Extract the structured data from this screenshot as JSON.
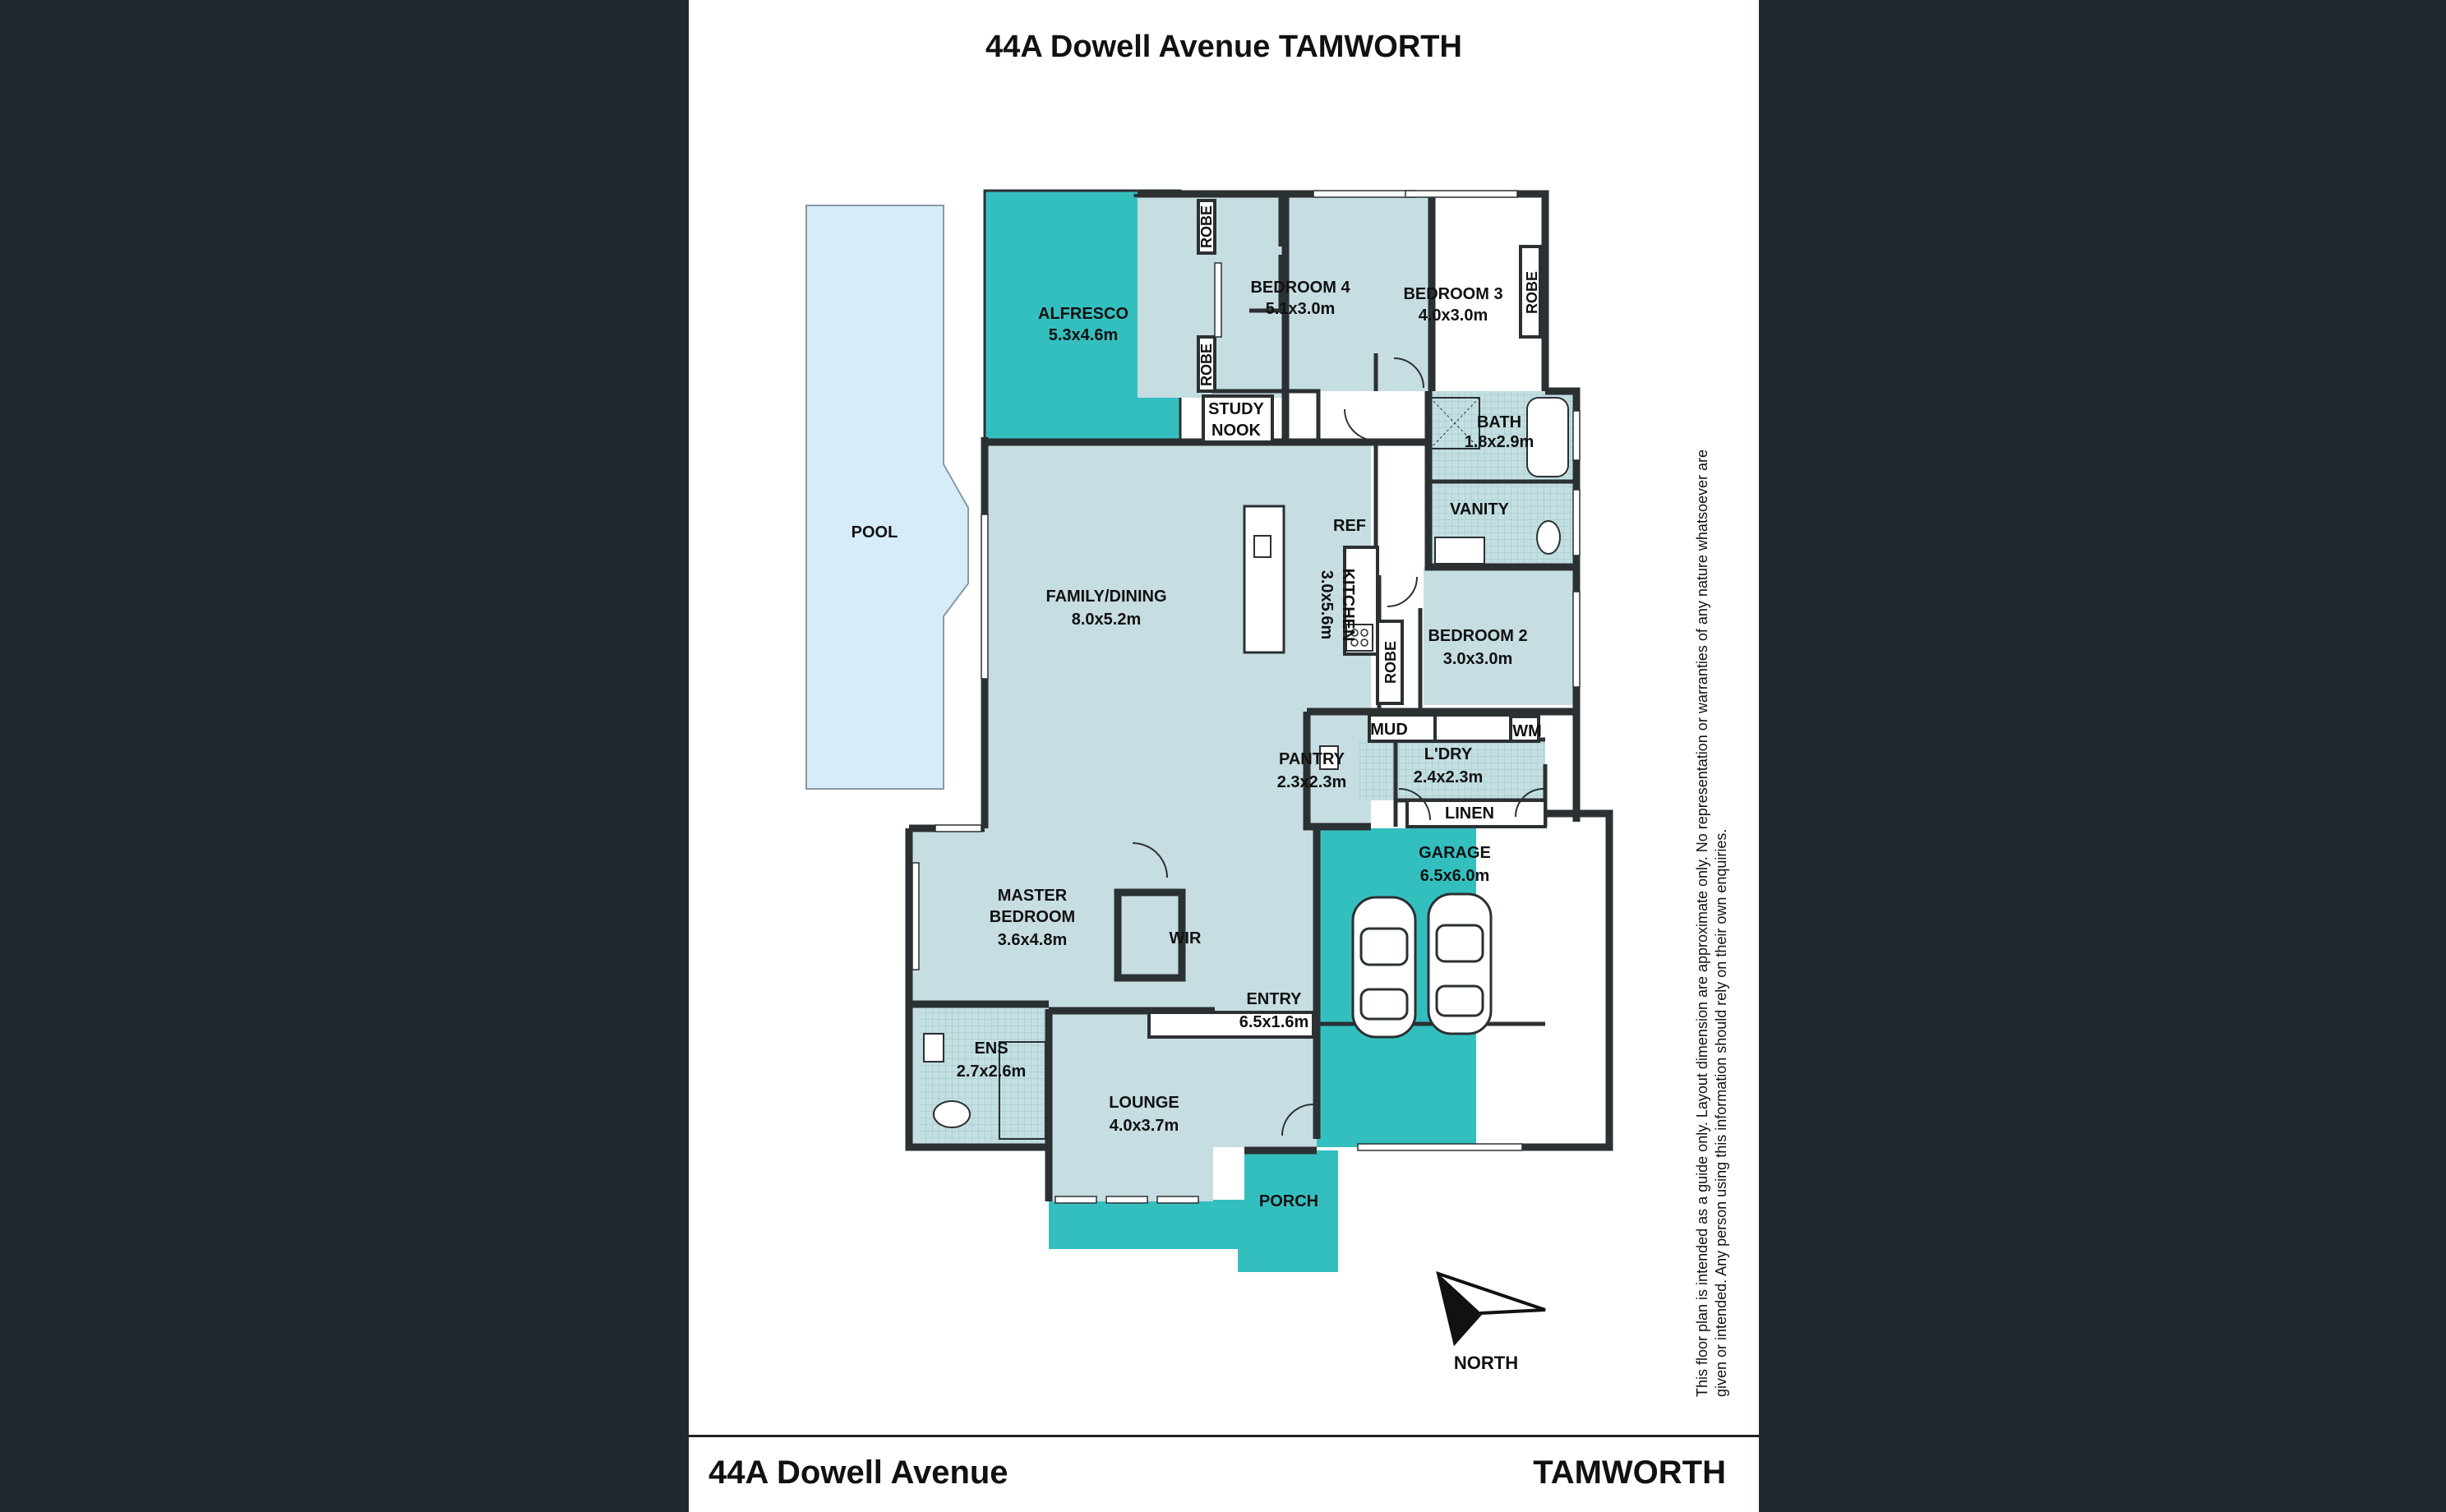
{
  "title": "44A Dowell Avenue TAMWORTH",
  "footer": {
    "street": "44A Dowell Avenue",
    "suburb": "TAMWORTH"
  },
  "disclaimer": "This floor plan is intended as a guide only. Layout dimension are approximate only. No representation or warranties of any nature whatsoever are given or intended. Any person using this information should rely on their own enquiries.",
  "north_label": "NORTH",
  "rooms": {
    "pool": {
      "name": "POOL"
    },
    "alfresco": {
      "name": "ALFRESCO",
      "dim": "5.3x4.6m"
    },
    "bedroom4": {
      "name": "BEDROOM 4",
      "dim": "5.1x3.0m"
    },
    "bedroom3": {
      "name": "BEDROOM 3",
      "dim": "4.0x3.0m"
    },
    "robe": "ROBE",
    "study": {
      "line1": "STUDY",
      "line2": "NOOK"
    },
    "bath": {
      "name": "BATH",
      "dim": "1.8x2.9m"
    },
    "vanity": {
      "name": "VANITY"
    },
    "ref": {
      "name": "REF"
    },
    "family": {
      "name": "FAMILY/DINING",
      "dim": "8.0x5.2m"
    },
    "kitchen": {
      "name": "KITCHEN",
      "dim": "3.0x5.6m"
    },
    "bedroom2": {
      "name": "BEDROOM 2",
      "dim": "3.0x3.0m"
    },
    "mud": {
      "name": "MUD"
    },
    "wm": {
      "name": "WM"
    },
    "pantry": {
      "name": "PANTRY",
      "dim": "2.3x2.3m"
    },
    "laundry": {
      "name": "L'DRY",
      "dim": "2.4x2.3m"
    },
    "linen": {
      "name": "LINEN"
    },
    "garage": {
      "name": "GARAGE",
      "dim": "6.5x6.0m"
    },
    "master": {
      "line1": "MASTER",
      "line2": "BEDROOM",
      "dim": "3.6x4.8m"
    },
    "wir": {
      "name": "WIR"
    },
    "entry": {
      "name": "ENTRY",
      "dim": "6.5x1.6m"
    },
    "ens": {
      "name": "ENS",
      "dim": "2.7x2.6m"
    },
    "lounge": {
      "name": "LOUNGE",
      "dim": "4.0x3.7m"
    },
    "porch": {
      "name": "PORCH"
    }
  },
  "colors": {
    "background": "#212830",
    "sheet": "#ffffff",
    "room_fill": "#c6dde2",
    "outdoor_teal": "#34bfbf",
    "pool": "#d7ecf9",
    "wet_tile": "#bcd9dc",
    "wall": "#2b3033"
  }
}
